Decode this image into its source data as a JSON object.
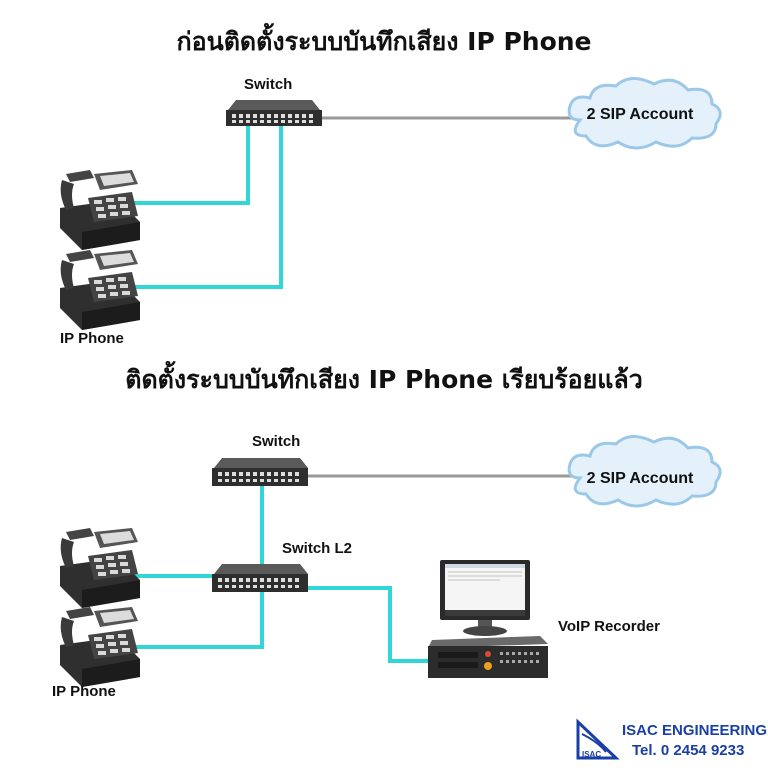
{
  "top": {
    "title": "ก่อนติดตั้งระบบบันทึกเสียง IP Phone",
    "switch_label": "Switch",
    "cloud_label": "2 SIP Account",
    "phone_label": "IP Phone"
  },
  "bottom": {
    "title": "ติดตั้งระบบบันทึกเสียง IP Phone เรียบร้อยแล้ว",
    "switch_label": "Switch",
    "switch_l2_label": "Switch L2",
    "cloud_label": "2 SIP Account",
    "recorder_label": "VoIP Recorder",
    "phone_label": "IP Phone"
  },
  "brand": {
    "name": "ISAC ENGINEERING",
    "tel": "Tel. 0 2454 9233",
    "logo_text": "ISAC"
  },
  "colors": {
    "cable": "#33d6d6",
    "wan_line": "#999999",
    "cloud_fill": "#e4f1fb",
    "cloud_stroke": "#9cc8e8",
    "brand": "#1a3fa6"
  }
}
